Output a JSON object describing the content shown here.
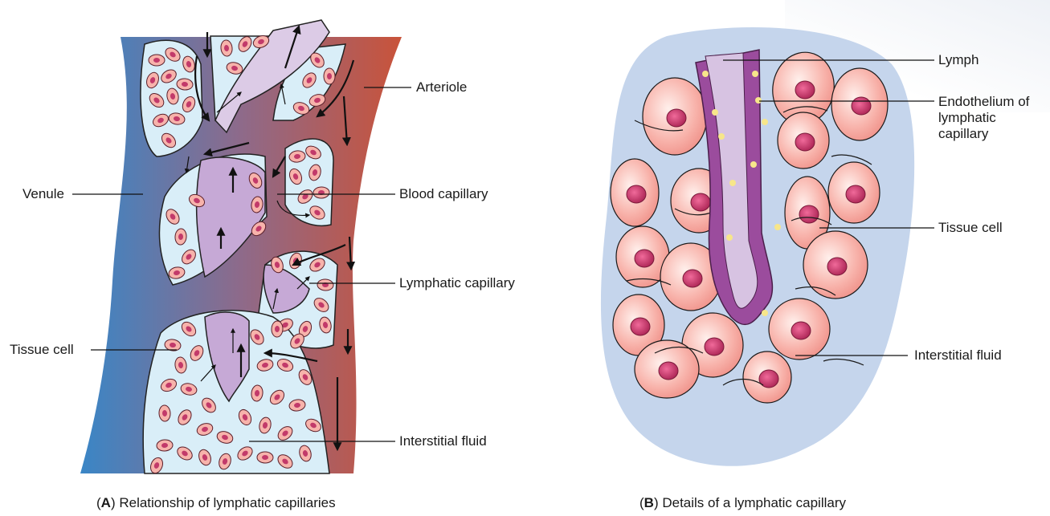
{
  "panel_a": {
    "labels": {
      "arteriole": "Arteriole",
      "venule": "Venule",
      "blood_capillary": "Blood capillary",
      "lymphatic_capillary": "Lymphatic capillary",
      "tissue_cell": "Tissue cell",
      "interstitial_fluid": "Interstitial fluid"
    },
    "caption_letter": "A",
    "caption_text": "Relationship of lymphatic capillaries"
  },
  "panel_b": {
    "labels": {
      "lymph": "Lymph",
      "endothelium": "Endothelium of lymphatic capillary",
      "tissue_cell": "Tissue cell",
      "interstitial_fluid": "Interstitial fluid"
    },
    "caption_letter": "B",
    "caption_text": "Details of a lymphatic capillary"
  },
  "colors": {
    "venule": "#3b82c4",
    "arteriole": "#c9533a",
    "lymphatic": "#cdb8da",
    "lymph_wall": "#9a4a9a",
    "tissue_cell": "#f4a7a0",
    "nucleus": "#c23a6a",
    "interstitial": "#dceef7",
    "fluid_b": "#c4d4ec"
  }
}
